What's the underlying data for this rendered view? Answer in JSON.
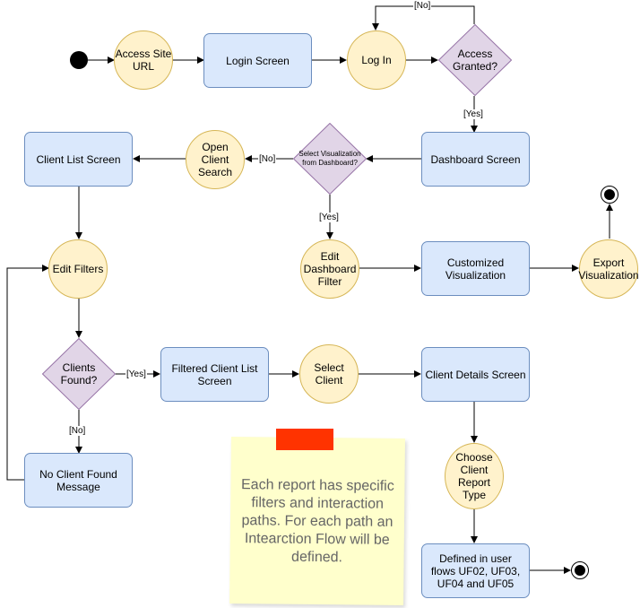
{
  "nodes": {
    "access_site_url": "Access Site URL",
    "login_screen": "Login Screen",
    "log_in": "Log In",
    "access_granted": "Access Granted?",
    "dashboard_screen": "Dashboard Screen",
    "select_visualization": "Select Visualization from Dashboard?",
    "open_client_search": "Open Client Search",
    "client_list_screen": "Client List Screen",
    "edit_filters": "Edit Filters",
    "clients_found": "Clients Found?",
    "no_client_found_message": "No Client Found Message",
    "filtered_client_list_screen": "Filtered Client List Screen",
    "select_client": "Select Client",
    "client_details_screen": "Client Details Screen",
    "choose_client_report_type": "Choose Client Report Type",
    "defined_in_user_flows": "Defined in user flows UF02, UF03, UF04 and UF05",
    "edit_dashboard_filter": "Edit Dashboard Filter",
    "customized_visualization": "Customized Visualization",
    "export_visualization": "Export Visualization"
  },
  "edge_labels": {
    "access_no": "[No]",
    "access_yes": "[Yes]",
    "select_no": "[No]",
    "select_yes": "[Yes]",
    "clients_yes": "[Yes]",
    "clients_no": "[No]"
  },
  "note": {
    "text": "Each report has specific filters and interaction paths. For each path an Intearction Flow will be defined."
  },
  "colors": {
    "process_fill": "#dae8fc",
    "process_stroke": "#6c8ebf",
    "screen_fill": "#fff2cc",
    "screen_stroke": "#d6b656",
    "decision_fill": "#e1d5e7",
    "decision_stroke": "#9673a6",
    "note_fill": "#ffffcc",
    "note_tape": "#ff3300"
  }
}
